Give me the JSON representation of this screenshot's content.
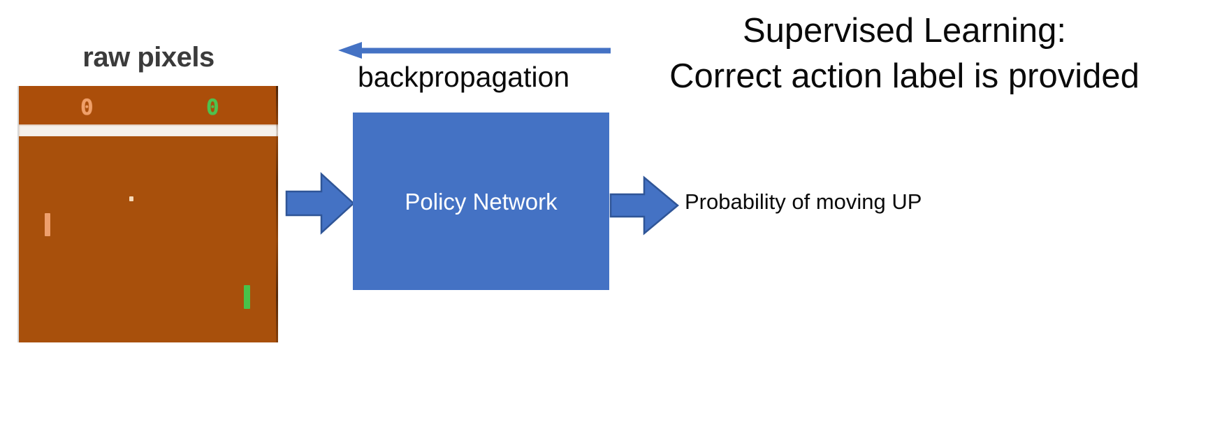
{
  "diagram": {
    "title_caption": {
      "line1": "Supervised Learning:",
      "line2": "Correct action label is provided"
    },
    "game_panel": {
      "label": "raw pixels",
      "score_left": "0",
      "score_right": "0",
      "colors": {
        "field": "#a8500c",
        "score_left": "#f0a06a",
        "score_right": "#4ec24e",
        "divider_bar": "#f5f1ec",
        "ball": "#f7d9b8",
        "paddle_left": "#ee9f6d",
        "paddle_right": "#48c24a"
      }
    },
    "feedback": {
      "label": "backpropagation",
      "direction": "left",
      "color": "#4472c4"
    },
    "network": {
      "label": "Policy Network",
      "fill": "#4472c4",
      "text_color": "#ffffff"
    },
    "input_arrow": {
      "name": "input-arrow",
      "direction": "right",
      "fill": "#4472c4",
      "stroke": "#2f5597"
    },
    "output_arrow": {
      "name": "output-arrow",
      "direction": "right",
      "fill": "#4472c4",
      "stroke": "#2f5597"
    },
    "output": {
      "label": "Probability of moving UP"
    }
  }
}
